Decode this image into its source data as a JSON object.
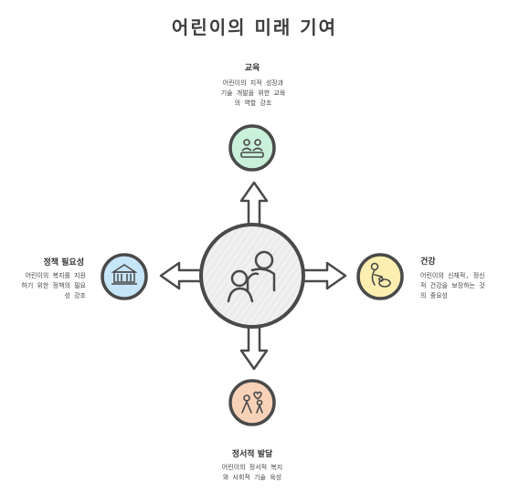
{
  "title": "어린이의 미래 기여",
  "nodes": {
    "education": {
      "label": "교육",
      "description": "어린이의 지적 성장과\n기술 개발을 위한 교육\n의 역할 강조",
      "color": "#c9f0d8",
      "icon": "classroom-icon"
    },
    "health": {
      "label": "건강",
      "description": "어린이의 신체적, 정신\n적 건강을 보장하는 것\n의 중요성",
      "color": "#fbeeb0",
      "icon": "caregiver-child-icon"
    },
    "emotional": {
      "label": "정서적 발달",
      "description": "어린이의 정서적 복지\n와 사회적 기술 육성",
      "color": "#f7d2b8",
      "icon": "family-heart-icon"
    },
    "policy": {
      "label": "정책 필요성",
      "description": "어린이의 복지를 지원\n하기 위한 정책의 필요\n성 강조",
      "color": "#c6e6f7",
      "icon": "government-building-icon"
    }
  },
  "center": {
    "icon": "parent-child-icon",
    "color": "#e8e8e8"
  }
}
